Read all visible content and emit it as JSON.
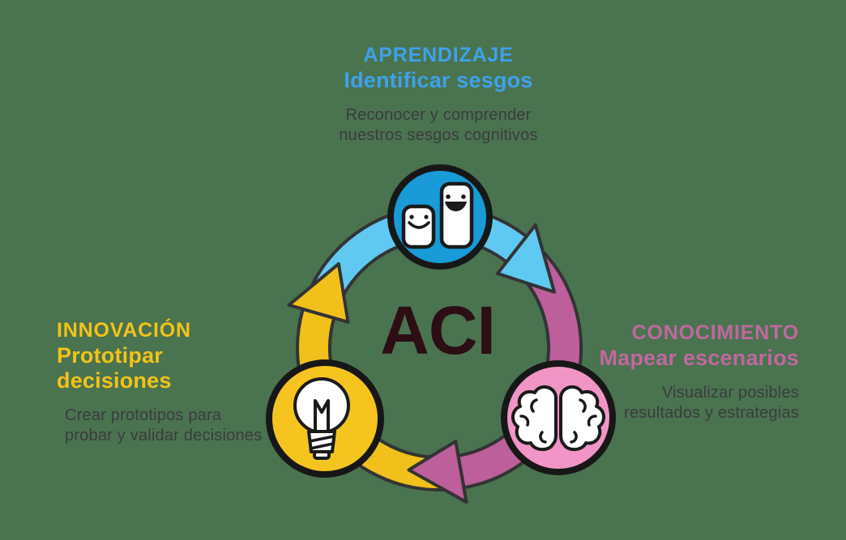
{
  "canvas": {
    "background_color": "#4A7350",
    "outline_color": "#333333"
  },
  "center": {
    "label": "ACI",
    "color": "#2D0E15"
  },
  "sections": {
    "aprendizaje": {
      "title": "APRENDIZAJE",
      "subtitle": "Identificar sesgos",
      "desc1": "Reconocer y comprender",
      "desc2": "nuestros sesgos cognitivos",
      "text_color": "#3EA2E9",
      "circle_fill": "#189BD7",
      "arrow_fill": "#5FC9F2",
      "icon": "people-faces-icon"
    },
    "conocimiento": {
      "title": "CONOCIMIENTO",
      "subtitle": "Mapear escenarios",
      "desc1": "Visualizar posibles",
      "desc2": "resultados y estrategias",
      "text_color": "#C2689F",
      "circle_fill": "#F195C6",
      "arrow_fill": "#BC5F9B",
      "icon": "brain-icon"
    },
    "innovacion": {
      "title": "INNOVACIÓN",
      "subtitle": "Prototipar decisiones",
      "desc1": "Crear prototipos para",
      "desc2": "probar y validar decisiones",
      "text_color": "#F2C318",
      "circle_fill": "#F5C41F",
      "arrow_fill": "#F1C01B",
      "icon": "lightbulb-icon"
    }
  },
  "body_text_color": "#3B3B3D"
}
